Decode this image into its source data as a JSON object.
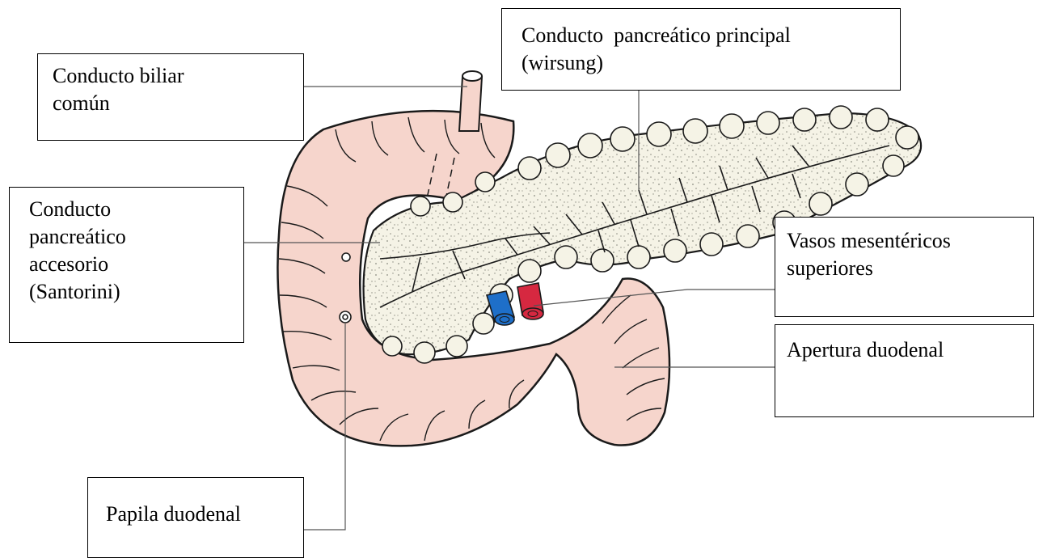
{
  "labels": {
    "biliar": {
      "lines": [
        "Conducto biliar",
        "común"
      ]
    },
    "wirsung": {
      "lines": [
        "Conducto  pancreático principal",
        "(wirsung)"
      ]
    },
    "santorini": {
      "lines": [
        "Conducto",
        "pancreático",
        "accesorio",
        "(Santorini)"
      ]
    },
    "vasos": {
      "lines": [
        "Vasos mesentéricos",
        "superiores"
      ]
    },
    "apertura": {
      "lines": [
        "Apertura duodenal"
      ]
    },
    "papila": {
      "lines": [
        "Papila duodenal"
      ]
    }
  },
  "colors": {
    "duodenum": "#f6d5cc",
    "pancreas": "#f5f3e6",
    "outline": "#1a1a1a",
    "vein": "#1e6fc9",
    "artery": "#d62840",
    "stipple": "#8a8a80"
  }
}
